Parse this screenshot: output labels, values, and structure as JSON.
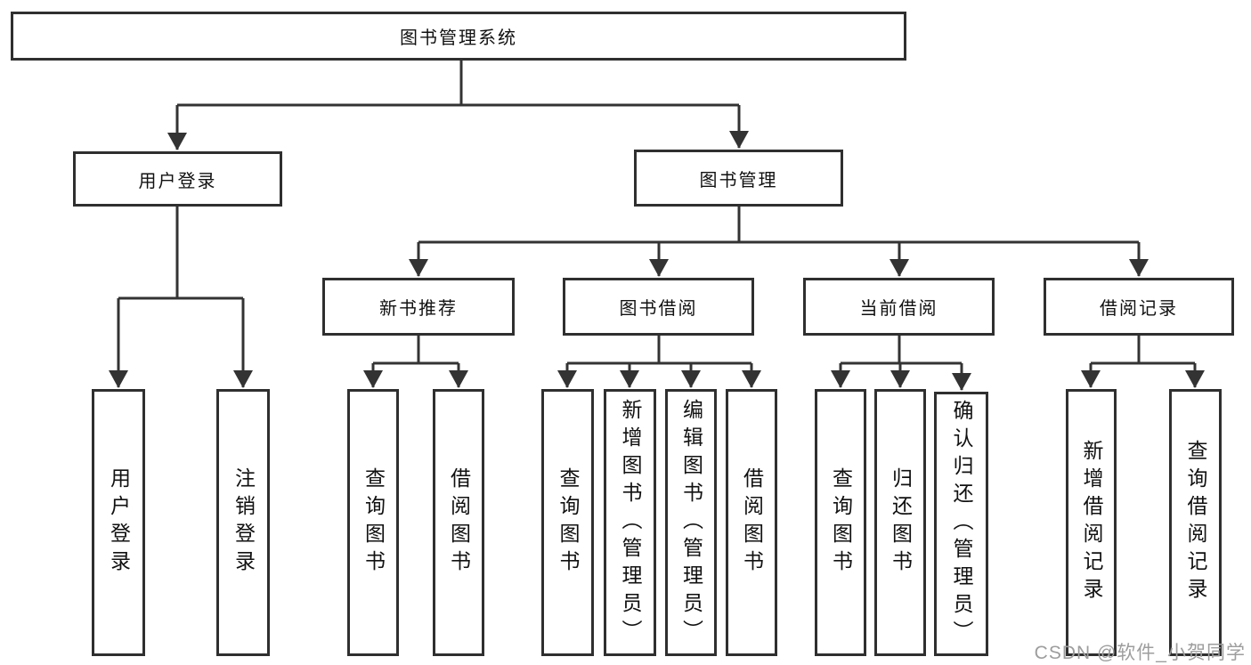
{
  "nodes": {
    "root": {
      "label": "图书管理系统"
    },
    "user_login_group": {
      "label": "用户登录"
    },
    "book_mgmt": {
      "label": "图书管理"
    },
    "new_book": {
      "label": "新书推荐"
    },
    "book_borrow": {
      "label": "图书借阅"
    },
    "current_borrow": {
      "label": "当前借阅"
    },
    "borrow_record": {
      "label": "借阅记录"
    },
    "leaf_user_login": {
      "label": "用户登录"
    },
    "leaf_logout": {
      "label": "注销登录"
    },
    "leaf_nb_query": {
      "label": "查询图书"
    },
    "leaf_nb_borrow": {
      "label": "借阅图书"
    },
    "leaf_bb_query": {
      "label": "查询图书"
    },
    "leaf_bb_add": {
      "label": "新增图书（管理员）"
    },
    "leaf_bb_edit": {
      "label": "编辑图书（管理员）"
    },
    "leaf_bb_borrow": {
      "label": "借阅图书"
    },
    "leaf_cb_query": {
      "label": "查询图书"
    },
    "leaf_cb_return": {
      "label": "归还图书"
    },
    "leaf_cb_confirm": {
      "label": "确认归还（管理员）"
    },
    "leaf_br_add": {
      "label": "新增借阅记录"
    },
    "leaf_br_query": {
      "label": "查询借阅记录"
    }
  },
  "hierarchy": {
    "图书管理系统": {
      "用户登录": [
        "用户登录",
        "注销登录"
      ],
      "图书管理": {
        "新书推荐": [
          "查询图书",
          "借阅图书"
        ],
        "图书借阅": [
          "查询图书",
          "新增图书（管理员）",
          "编辑图书（管理员）",
          "借阅图书"
        ],
        "当前借阅": [
          "查询图书",
          "归还图书",
          "确认归还（管理员）"
        ],
        "借阅记录": [
          "新增借阅记录",
          "查询借阅记录"
        ]
      }
    }
  },
  "watermark": "CSDN @软件_小贺同学",
  "colors": {
    "line": "#333333",
    "box_border": "#2f2f2f",
    "box_bg": "#ffffff",
    "text": "#111111",
    "watermark": "#9d9d9d",
    "background": "#ffffff"
  }
}
